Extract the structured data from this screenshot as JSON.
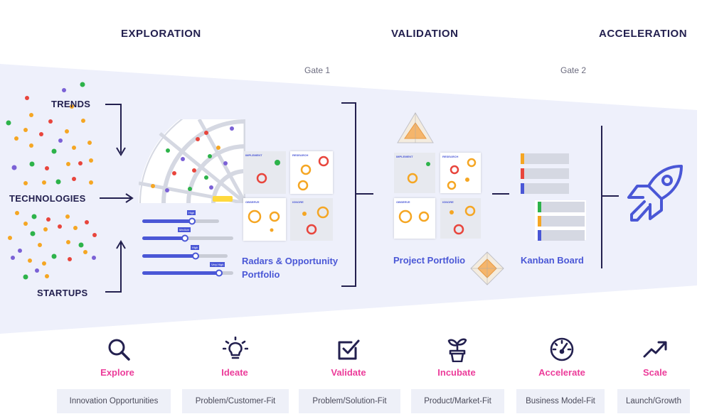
{
  "phases": {
    "exploration": "EXPLORATION",
    "validation": "VALIDATION",
    "acceleration": "ACCELERATION"
  },
  "gates": {
    "gate1": "Gate 1",
    "gate2": "Gate 2"
  },
  "inputs": {
    "trends": "TRENDS",
    "technologies": "TECHNOLOGIES",
    "startups": "STARTUPS"
  },
  "labels": {
    "radars_line1": "Radars & Opportunity",
    "radars_line2": "Portfolio",
    "project_portfolio": "Project Portfolio",
    "kanban_board": "Kanban Board"
  },
  "radar_panel_titles": [
    "IMPLEMENT",
    "RESEARCH",
    "OBSERVE",
    "IGNORE"
  ],
  "slider_tags": [
    "High",
    "Medium",
    "High",
    "Very High"
  ],
  "steps": [
    {
      "icon": "search-icon",
      "label": "Explore",
      "chip": "Innovation Opportunities"
    },
    {
      "icon": "lightbulb-icon",
      "label": "Ideate",
      "chip": "Problem/Customer-Fit"
    },
    {
      "icon": "checkbox-icon",
      "label": "Validate",
      "chip": "Problem/Solution-Fit"
    },
    {
      "icon": "plant-icon",
      "label": "Incubate",
      "chip": "Product/Market-Fit"
    },
    {
      "icon": "gauge-icon",
      "label": "Accelerate",
      "chip": "Business Model-Fit"
    },
    {
      "icon": "trend-arrow-icon",
      "label": "Scale",
      "chip": "Launch/Growth"
    }
  ],
  "colors": {
    "navy": "#23204f",
    "blue_accent": "#4a57d6",
    "pink_accent": "#ec3c9a",
    "funnel_bg": "#eef0fb",
    "dot_red": "#e8453c",
    "dot_green": "#2db34a",
    "dot_orange": "#f5a623",
    "dot_purple": "#7b61d6"
  }
}
